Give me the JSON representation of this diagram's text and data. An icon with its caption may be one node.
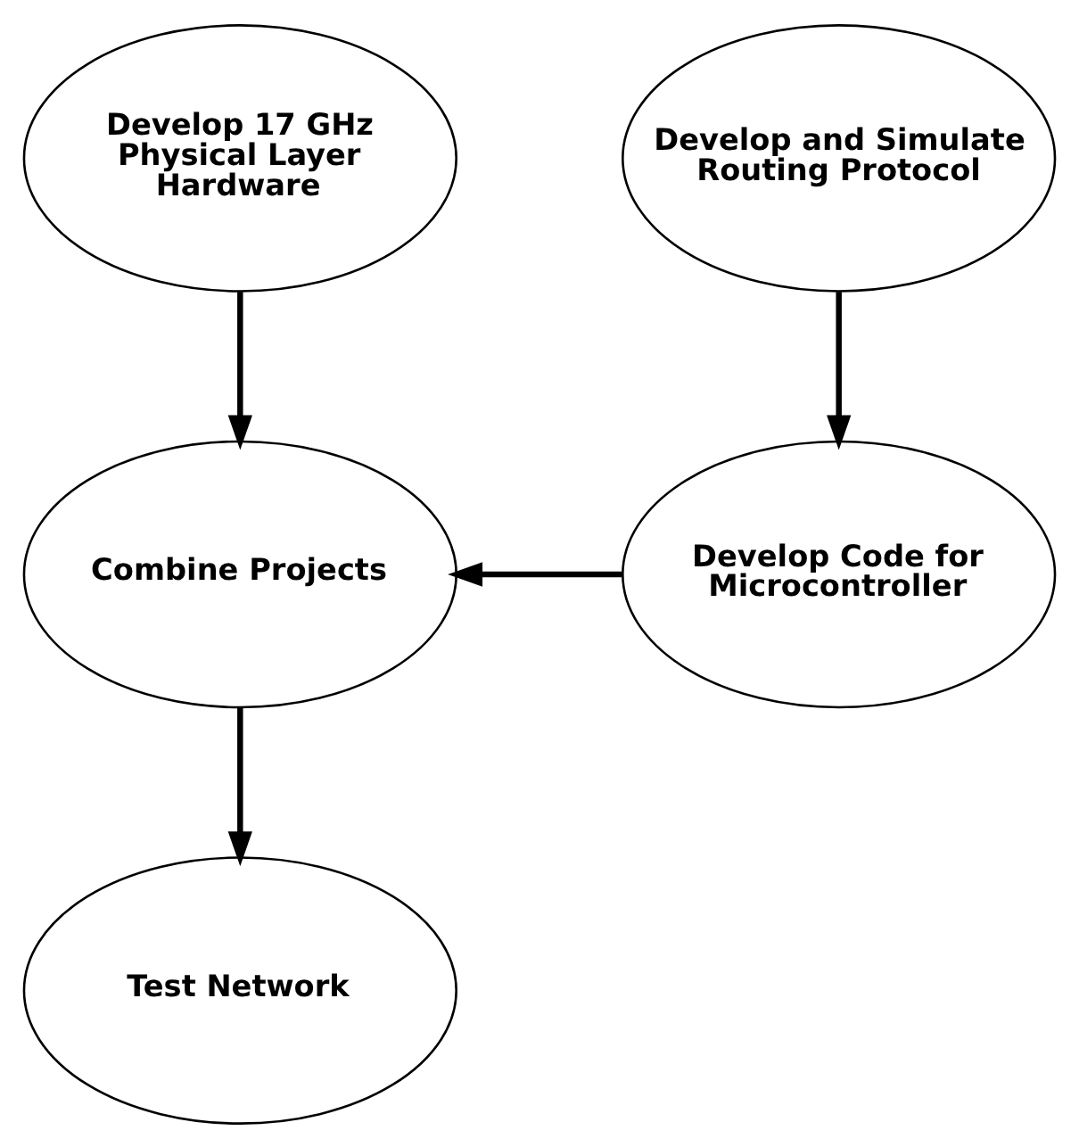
{
  "diagram": {
    "nodes": [
      {
        "text": [
          "Develop 17 GHz Physical Layer Hardware"
        ]
      },
      {
        "text": [
          "Develop and Simulate Routing Protocol"
        ]
      },
      {
        "text": [
          "Combine Projects"
        ]
      },
      {
        "text": [
          "Develop Code for Microcontroller"
        ]
      },
      {
        "text": [
          "Test Network"
        ]
      }
    ],
    "edges": [
      {
        "from": 0,
        "to": 2,
        "arrow": "to"
      },
      {
        "from": 1,
        "to": 3,
        "arrow": "to"
      },
      {
        "from": 3,
        "to": 2,
        "arrow": "to"
      },
      {
        "from": 2,
        "to": 4,
        "arrow": "to"
      }
    ]
  }
}
